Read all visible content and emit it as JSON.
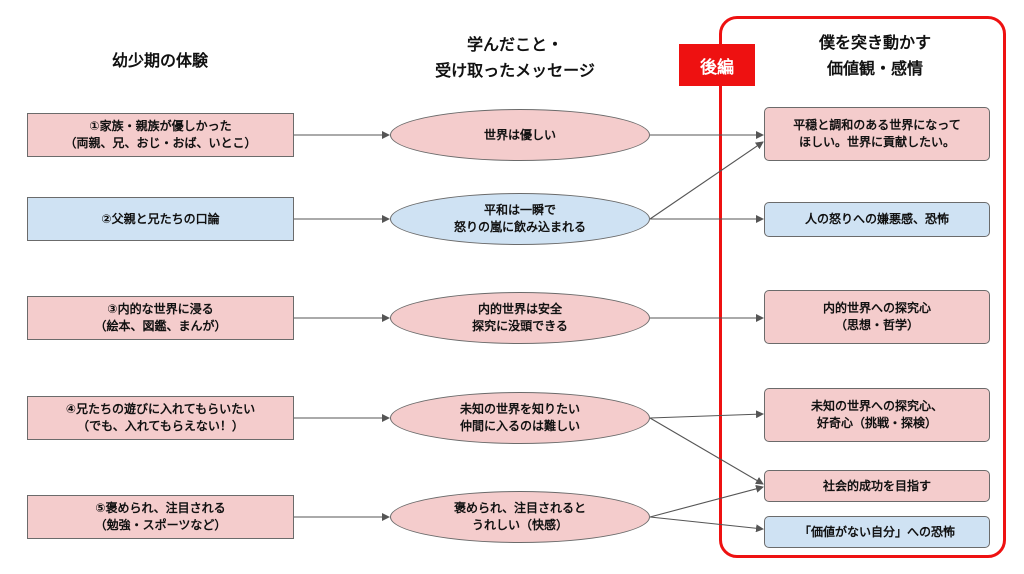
{
  "headers": {
    "childhood": "幼少期の体験",
    "learned": "学んだこと・\n受け取ったメッセージ",
    "values": "僕を突き動かす\n価値観・感情",
    "tag": "後編"
  },
  "experiences": [
    {
      "label": "①家族・親族が優しかった\n（両親、兄、おじ・おば、いとこ）",
      "color": "#f4cccc"
    },
    {
      "label": "②父親と兄たちの口論",
      "color": "#cfe2f3"
    },
    {
      "label": "③内的な世界に浸る\n（絵本、図鑑、まんが）",
      "color": "#f4cccc"
    },
    {
      "label": "④兄たちの遊びに入れてもらいたい\n（でも、入れてもらえない！）",
      "color": "#f4cccc"
    },
    {
      "label": "⑤褒められ、注目される\n（勉強・スポーツなど）",
      "color": "#f4cccc"
    }
  ],
  "messages": [
    {
      "label": "世界は優しい",
      "color": "#f4cccc"
    },
    {
      "label": "平和は一瞬で\n怒りの嵐に飲み込まれる",
      "color": "#cfe2f3"
    },
    {
      "label": "内的世界は安全\n探究に没頭できる",
      "color": "#f4cccc"
    },
    {
      "label": "未知の世界を知りたい\n仲間に入るのは難しい",
      "color": "#f4cccc"
    },
    {
      "label": "褒められ、注目されると\nうれしい（快感）",
      "color": "#f4cccc"
    }
  ],
  "values": [
    {
      "label": "平穏と調和のある世界になって\nほしい。世界に貢献したい。",
      "color": "#f4cccc"
    },
    {
      "label": "人の怒りへの嫌悪感、恐怖",
      "color": "#cfe2f3"
    },
    {
      "label": "内的世界への探究心\n（思想・哲学）",
      "color": "#f4cccc"
    },
    {
      "label": "未知の世界への探究心、\n好奇心（挑戦・探検）",
      "color": "#f4cccc"
    },
    {
      "label": "社会的成功を目指す",
      "color": "#f4cccc"
    },
    {
      "label": "「価値がない自分」への恐怖",
      "color": "#cfe2f3"
    }
  ],
  "colors": {
    "accent": "#ee1111",
    "pink": "#f4cccc",
    "blue": "#cfe2f3",
    "border": "#6b6b6b",
    "arrow": "#555555"
  }
}
